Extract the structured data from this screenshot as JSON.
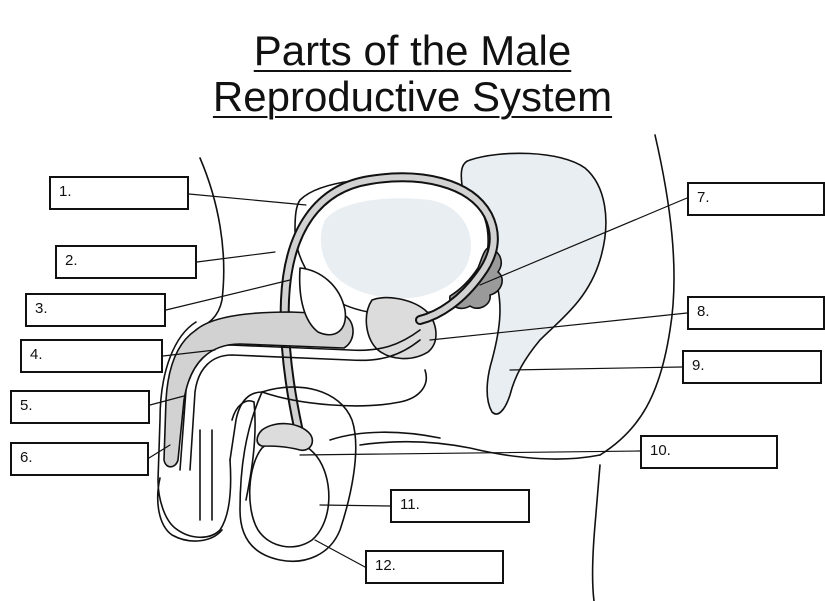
{
  "title": {
    "line1": "Parts of the Male",
    "line2": "Reproductive System"
  },
  "labels": [
    "1.",
    "2.",
    "3.",
    "4.",
    "5.",
    "6.",
    "7.",
    "8.",
    "9.",
    "10.",
    "11.",
    "12."
  ],
  "colors": {
    "ink": "#111111",
    "shade": "#d2d2d2",
    "light_shade": "#e9eef2",
    "gland": "#9a9a9a"
  }
}
